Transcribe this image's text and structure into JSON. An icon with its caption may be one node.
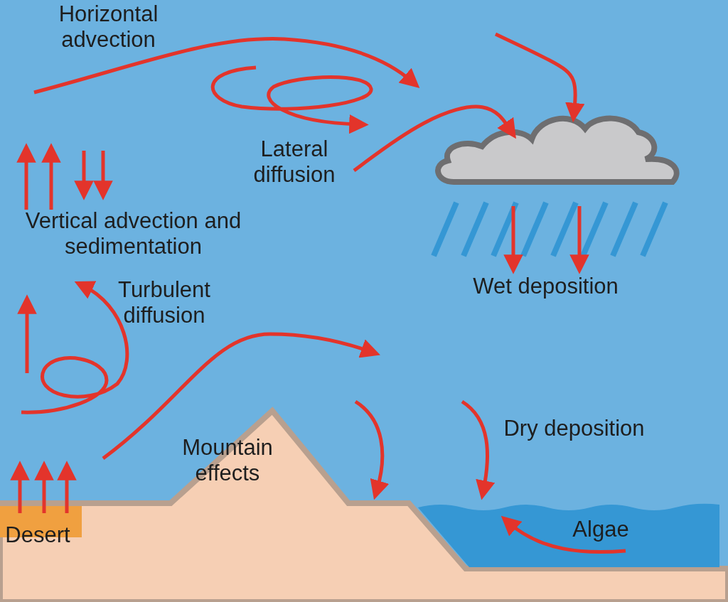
{
  "diagram": {
    "nodes": [
      {
        "text": [
          "Lateral diffusion"
        ]
      },
      {
        "text": [],
        "shape": "cloud"
      }
    ],
    "edges": [
      {
        "from": 0,
        "to": 1,
        "arrow": "to"
      },
      {
        "from": null,
        "to": 1,
        "arrow": "to"
      }
    ],
    "labels": [
      "Horizontal advection",
      "Vertical advection and sedimentation",
      "Turbulent diffusion",
      "Wet deposition",
      "Mountain effects",
      "Dry deposition",
      "Algae",
      "Desert"
    ]
  }
}
